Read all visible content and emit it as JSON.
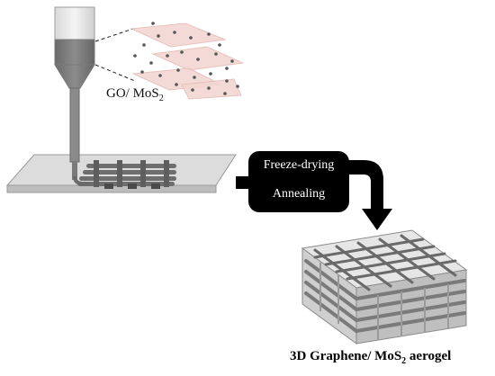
{
  "labels": {
    "ink_main": "GO/ MoS",
    "ink_sub": "2",
    "step_1": "Freeze-drying",
    "step_2": "Annealing",
    "product_main_a": "3D Graphene/ MoS",
    "product_sub": "2",
    "product_main_b": " aerogel"
  },
  "colors": {
    "sheet": "#f2d6d2",
    "dot": "#555555",
    "syringe_fill": "#777777",
    "substrate": "#d6d6d6",
    "process_box": "#000000"
  }
}
